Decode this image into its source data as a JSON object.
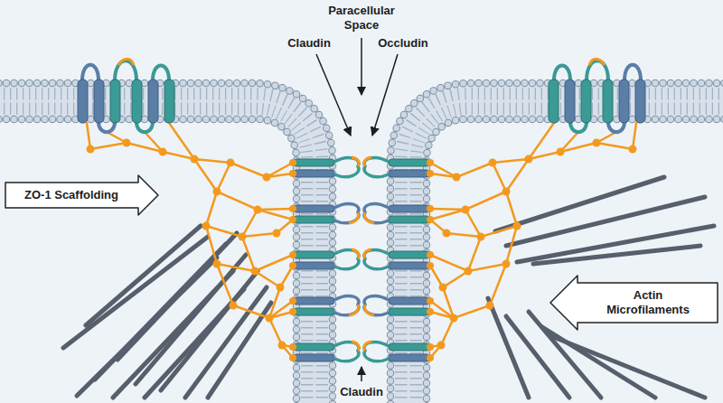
{
  "diagram": {
    "nodes": [
      {
        "text": [
          "ZO-1 Scaffolding"
        ]
      },
      {
        "text": [
          "Actin Microfilaments"
        ]
      }
    ],
    "labels": [
      "Claudin",
      "Paracellular Space",
      "Occludin",
      "Claudin"
    ]
  }
}
